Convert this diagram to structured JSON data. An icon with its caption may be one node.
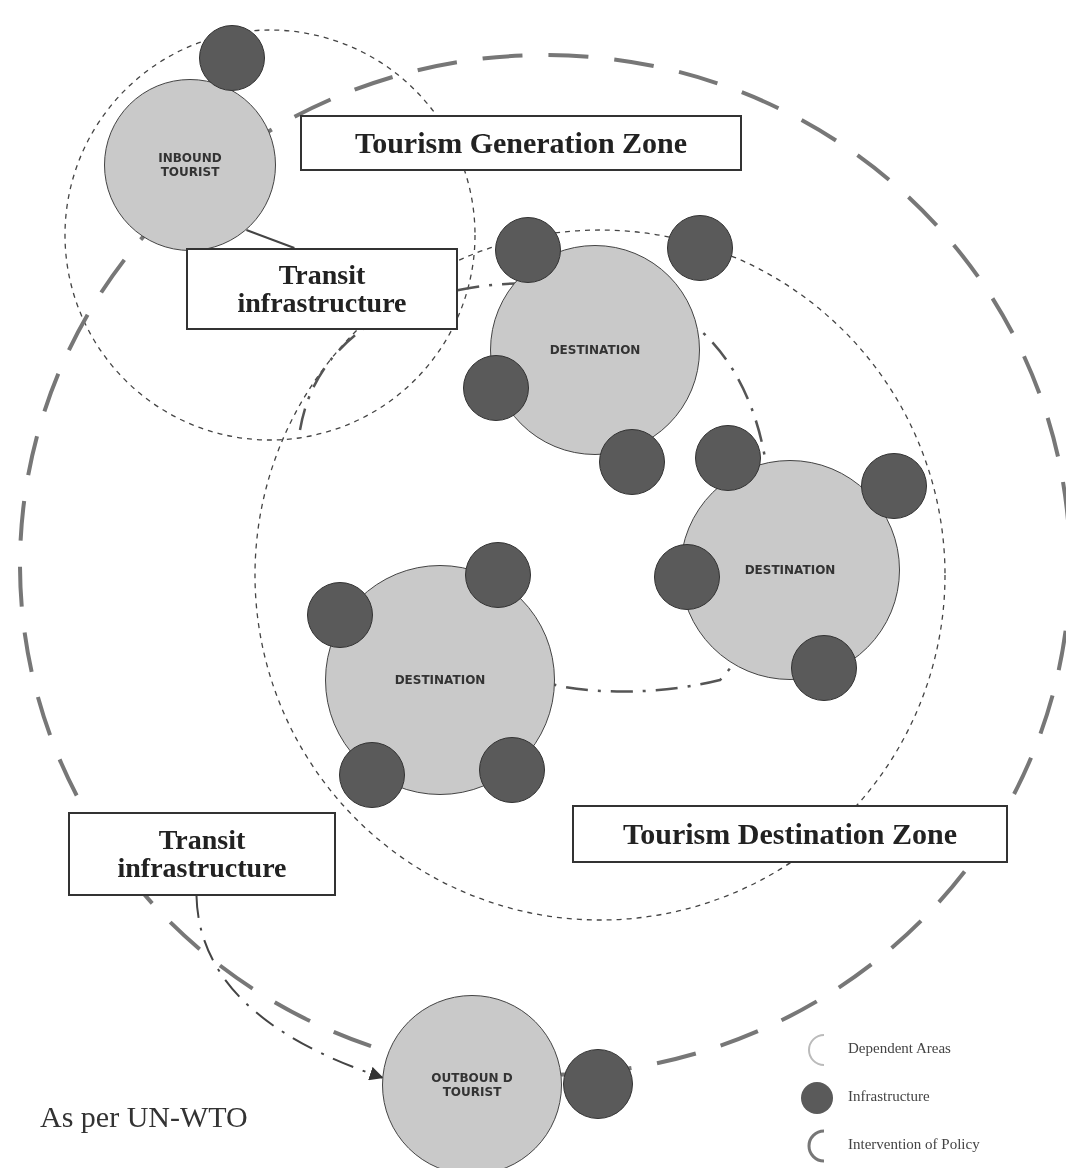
{
  "diagram": {
    "nodes": [
      {
        "text": [
          "INBOUND TOURIST"
        ]
      },
      {
        "text": [],
        "shape": "circle"
      },
      {
        "text": [
          "Tourism Generation Zone"
        ]
      },
      {
        "text": [
          "Transit infrastructure"
        ]
      },
      {
        "text": [],
        "shape": "circle"
      },
      {
        "text": [],
        "shape": "circle"
      },
      {
        "text": [
          "DESTINATION"
        ]
      },
      {
        "text": [],
        "shape": "circle"
      },
      {
        "text": [],
        "shape": "circle"
      },
      {
        "text": [],
        "shape": "circle"
      },
      {
        "text": [],
        "shape": "circle"
      },
      {
        "text": [
          "DESTINATION"
        ]
      },
      {
        "text": [],
        "shape": "circle"
      },
      {
        "text": [],
        "shape": "circle"
      },
      {
        "text": [],
        "shape": "circle"
      },
      {
        "text": [],
        "shape": "circle"
      },
      {
        "text": [
          "DESTINATION"
        ]
      },
      {
        "text": [],
        "shape": "circle"
      },
      {
        "text": [],
        "shape": "circle"
      },
      {
        "text": [
          "Tourism Destination Zone"
        ]
      },
      {
        "text": [
          "Transit infrastructure"
        ]
      },
      {
        "text": [
          "OUTBOUN D TOURIST"
        ]
      },
      {
        "text": [],
        "shape": "circle"
      }
    ],
    "edges": [
      {
        "from": 3,
        "to": 0,
        "arrow": "none"
      },
      {
        "from": 20,
        "to": 21,
        "arrow": "to",
        "style": "dashed"
      }
    ],
    "labels": [
      "As per UN-WTO"
    ],
    "legend": [
      {
        "text": "Dependent Areas"
      },
      {
        "text": "Infrastructure",
        "color": "#5a5a5a"
      },
      {
        "text": "Intervention of Policy"
      }
    ]
  }
}
